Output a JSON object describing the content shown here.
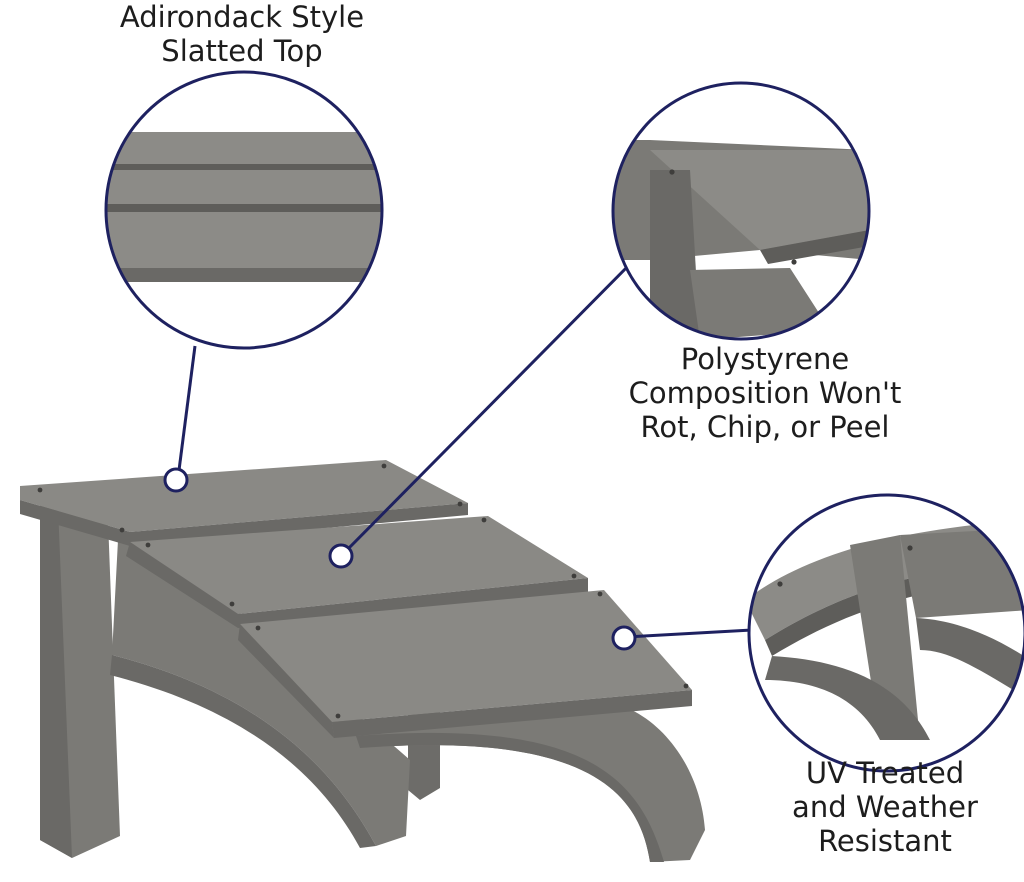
{
  "callouts": {
    "slatted_top": {
      "lines": [
        "Adirondack Style",
        "Slatted Top"
      ]
    },
    "composition": {
      "lines": [
        "Polystyrene",
        "Composition Won't",
        "Rot, Chip, or Peel"
      ]
    },
    "weather": {
      "lines": [
        "UV Treated",
        "and Weather",
        "Resistant"
      ]
    }
  },
  "colors": {
    "wood": "#7b7a76",
    "wood_light": "#8a8985",
    "wood_dark": "#5e5d5a",
    "callout_ring": "#1e2160",
    "pointer_dot": "#ffffff",
    "text": "#1d1d1d"
  }
}
